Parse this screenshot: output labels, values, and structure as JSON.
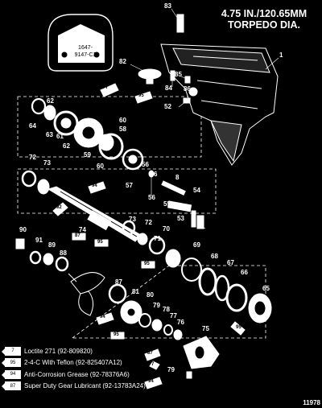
{
  "header": {
    "line1": "4.75 IN./120.65MM",
    "line2": "TORPEDO DIA."
  },
  "inset_part_number": {
    "line1": "1647-",
    "line2": "9147-C1"
  },
  "callouts": [
    "83",
    "1",
    "82",
    "84",
    "85",
    "86",
    "52",
    "62",
    "64",
    "63",
    "61",
    "62",
    "60",
    "58",
    "59",
    "60",
    "56",
    "57",
    "8",
    "54",
    "72",
    "73",
    "6",
    "56",
    "55",
    "53",
    "51",
    "74",
    "73",
    "72",
    "71",
    "70",
    "69",
    "68",
    "67",
    "66",
    "65",
    "90",
    "91",
    "89",
    "88",
    "87",
    "80",
    "81",
    "79",
    "78",
    "77",
    "76",
    "75",
    "79"
  ],
  "lubricant_tags": [
    "7",
    "95",
    "94",
    "92",
    "87",
    "95",
    "95",
    "94",
    "95",
    "87",
    "7",
    "94",
    "95"
  ],
  "legend": [
    {
      "tag": "7",
      "text": "Loctite 271 (92-809820)"
    },
    {
      "tag": "95",
      "text": "2-4-C  With Teflon (92-825407A12)"
    },
    {
      "tag": "94",
      "text": "Anti-Corrosion Grease (92-78376A6)"
    },
    {
      "tag": "87",
      "text": "Super Duty Gear Lubricant (92-13783A24)"
    }
  ],
  "figure_number": "11978"
}
